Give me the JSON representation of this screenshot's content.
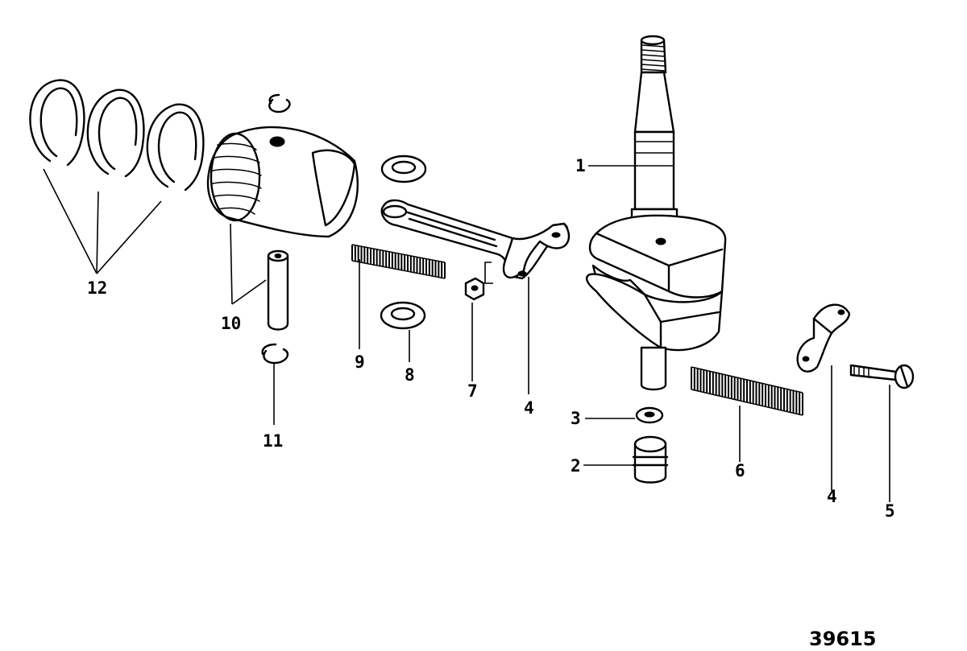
{
  "figure": {
    "number": "39615"
  },
  "callouts": {
    "c1": "1",
    "c2": "2",
    "c3": "3",
    "c4a": "4",
    "c4b": "4",
    "c5": "5",
    "c6": "6",
    "c7": "7",
    "c8": "8",
    "c9": "9",
    "c10": "10",
    "c11": "11",
    "c12": "12"
  }
}
